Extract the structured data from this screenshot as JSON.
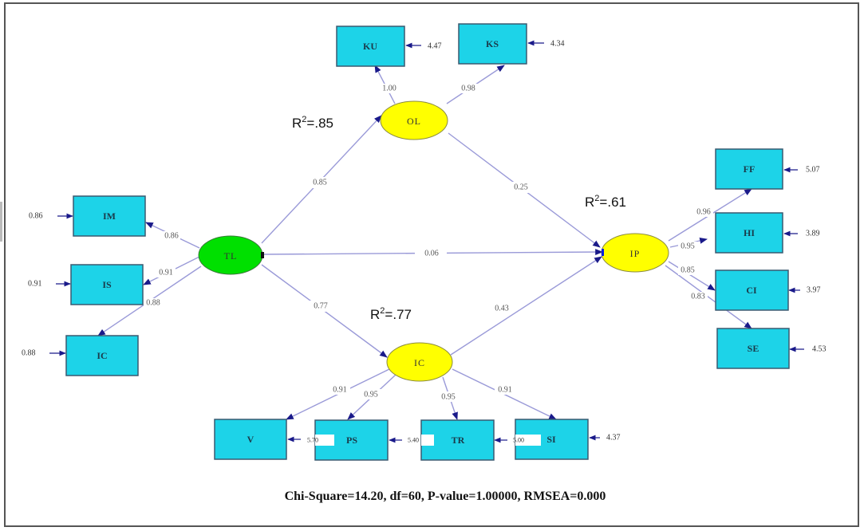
{
  "title": "Structural equation model path diagram",
  "colors": {
    "indicator_box": "#1dd3e8",
    "latent_endogenous": "#ffff00",
    "latent_exogenous": "#00e000",
    "path_line": "#9a9ad8",
    "arrow_head": "#1a1a8a"
  },
  "latents": {
    "TL": {
      "label": "TL"
    },
    "OL": {
      "label": "OL",
      "r2": ".85"
    },
    "IC": {
      "label": "IC",
      "r2": ".77"
    },
    "IP": {
      "label": "IP",
      "r2": ".61"
    }
  },
  "r2_prefix": "R",
  "r2_sup": "2",
  "indicators": {
    "IM": {
      "label": "IM",
      "loading": "0.86",
      "error": "0.86"
    },
    "IS": {
      "label": "IS",
      "loading": "0.91",
      "error": "0.91"
    },
    "ICt": {
      "label": "IC",
      "loading": "0.88",
      "error": "0.88"
    },
    "KU": {
      "label": "KU",
      "loading": "1.00",
      "error": "4.47"
    },
    "KS": {
      "label": "KS",
      "loading": "0.98",
      "error": "4.34"
    },
    "FF": {
      "label": "FF",
      "loading": "0.96",
      "error": "5.07"
    },
    "HI": {
      "label": "HI",
      "loading": "0.95",
      "error": "3.89"
    },
    "CI": {
      "label": "CI",
      "loading": "0.85",
      "error": "3.97"
    },
    "SE": {
      "label": "SE",
      "loading": "0.83",
      "error": "4.53"
    },
    "V": {
      "label": "V",
      "loading": "0.91",
      "error": "5.70"
    },
    "PS": {
      "label": "PS",
      "loading": "0.95",
      "error": "5.40"
    },
    "TR": {
      "label": "TR",
      "loading": "0.95",
      "error": "5.00"
    },
    "SI": {
      "label": "SI",
      "loading": "0.91",
      "error": "4.37"
    }
  },
  "structural_paths": {
    "TL_OL": "0.85",
    "TL_IC": "0.77",
    "TL_IP": "0.06",
    "OL_IP": "0.25",
    "IC_IP": "0.43"
  },
  "fit_statistics": "Chi-Square=14.20, df=60, P-value=1.00000, RMSEA=0.000"
}
